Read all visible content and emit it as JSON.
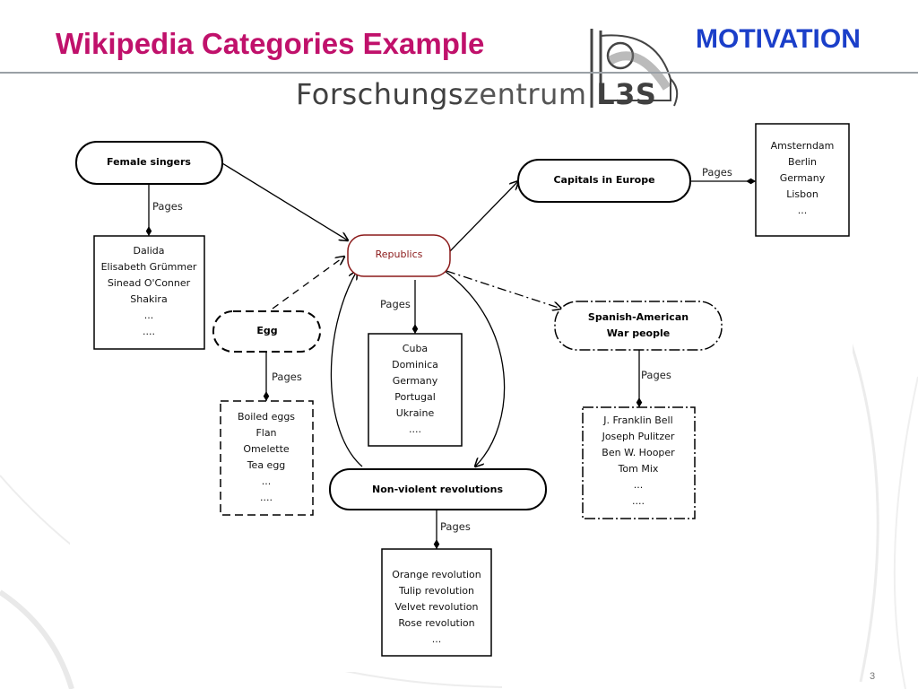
{
  "header": {
    "title": "Wikipedia Categories Example",
    "section": "MOTIVATION",
    "logo_word_regular": "Forschungs",
    "logo_word_light": "zentrum ",
    "logo_word_bold": "L3S"
  },
  "colors": {
    "title": "#c0116b",
    "section": "#1b3fc9",
    "republics_text": "#8b1a1a"
  },
  "diagram": {
    "categories": [
      {
        "id": "female_singers",
        "label": "Female singers"
      },
      {
        "id": "capitals",
        "label": "Capitals in Europe"
      },
      {
        "id": "republics",
        "label": "Republics"
      },
      {
        "id": "egg",
        "label": "Egg"
      },
      {
        "id": "spanish",
        "label_line1": "Spanish-American",
        "label_line2": "War people"
      },
      {
        "id": "nonviolent",
        "label": "Non-violent revolutions"
      }
    ],
    "pages_label": "Pages",
    "page_lists": {
      "female_singers": [
        "Dalida",
        "Elisabeth Grümmer",
        "Sinead O'Conner",
        "Shakira",
        "...",
        "...."
      ],
      "capitals": [
        "Amsterndam",
        "Berlin",
        "Germany",
        "Lisbon",
        "..."
      ],
      "republics": [
        "Cuba",
        "Dominica",
        "Germany",
        "Portugal",
        "Ukraine",
        "...."
      ],
      "egg": [
        "Boiled eggs",
        "Flan",
        "Omelette",
        "Tea egg",
        "...",
        "...."
      ],
      "spanish": [
        "J. Franklin Bell",
        "Joseph Pulitzer",
        "Ben W. Hooper",
        "Tom Mix",
        "...",
        "...."
      ],
      "nonviolent": [
        "Orange revolution",
        "Tulip revolution",
        "Velvet revolution",
        "Rose revolution",
        "..."
      ]
    }
  },
  "footer": {
    "page_number": "3"
  }
}
